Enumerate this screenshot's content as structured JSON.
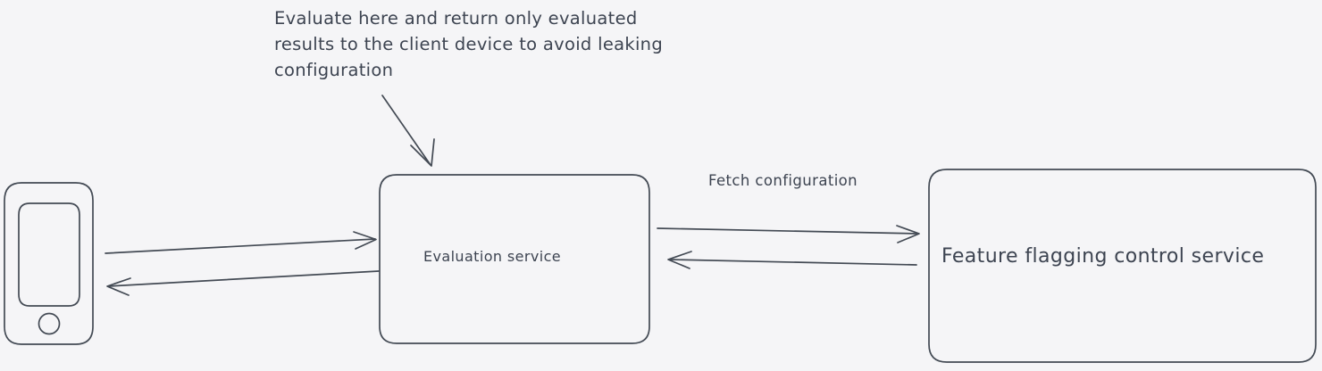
{
  "diagram": {
    "type": "architecture-flow",
    "background_color": "#f5f5f7",
    "stroke_color": "#434a54",
    "text_color": "#3d4451",
    "annotation": {
      "name": "evaluate-here-note",
      "lines": [
        "Evaluate here and return only evaluated",
        "results to the client device to avoid leaking",
        "configuration"
      ],
      "full_text": "Evaluate here and return only evaluated results to the client device to avoid leaking configuration",
      "points_to": "evaluation-service"
    },
    "nodes": [
      {
        "id": "client-device",
        "shape": "mobile-phone-icon",
        "label": "",
        "icon": "phone-icon"
      },
      {
        "id": "evaluation-service",
        "shape": "rounded-rectangle",
        "label": "Evaluation service"
      },
      {
        "id": "feature-flagging-control-service",
        "shape": "rounded-rectangle",
        "label": "Feature flagging control service"
      }
    ],
    "edges": [
      {
        "id": "client-to-eval",
        "from": "client-device",
        "to": "evaluation-service",
        "direction": "right",
        "label": ""
      },
      {
        "id": "eval-to-client",
        "from": "evaluation-service",
        "to": "client-device",
        "direction": "left",
        "label": ""
      },
      {
        "id": "eval-to-control",
        "from": "evaluation-service",
        "to": "feature-flagging-control-service",
        "direction": "right",
        "label": "Fetch configuration"
      },
      {
        "id": "control-to-eval",
        "from": "feature-flagging-control-service",
        "to": "evaluation-service",
        "direction": "left",
        "label": ""
      }
    ]
  }
}
